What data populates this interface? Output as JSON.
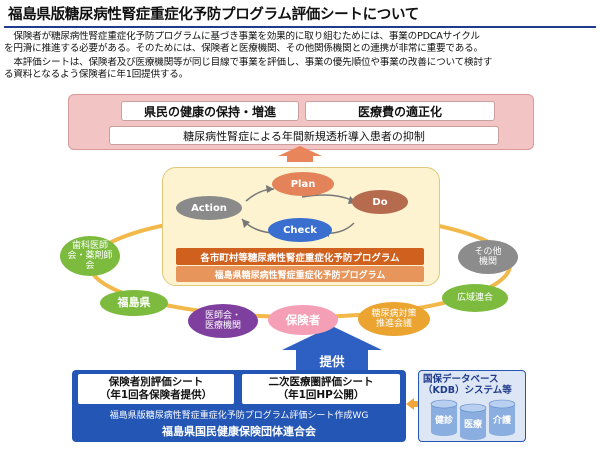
{
  "title": "福島県版糖尿病性腎症重症化予防プログラム評価シートについて",
  "intro": {
    "line1": "　保険者が糖尿病性腎症重症化予防プログラムに基づき事業を効果的に取り組むためには、事業のPDCAサイクル",
    "line2": "を円滑に推進する必要がある。そのためには、保険者と医療機関、その他関係機関との連携が非常に重要である。",
    "line3": "　本評価シートは、保険者及び医療機関等が同じ目線で事業を評価し、事業の優先順位や事業の改善について検討す",
    "line4": "る資料となるよう保険者に年1回提供する。"
  },
  "goals": {
    "goal1": "県民の健康の保持・増進",
    "goal2": "医療費の適正化",
    "sub": "糖尿病性腎症による年間新規透析導入患者の抑制"
  },
  "pdca": {
    "plan": "Plan",
    "do": "Do",
    "check": "Check",
    "action": "Action"
  },
  "programs": {
    "municipal": "各市町村等糖尿病性腎症重症化予防プログラム",
    "prefectural": "福島県糖尿病性腎症重症化予防プログラム"
  },
  "stakeholders": {
    "dental": "歯科医師\n会・薬剤師\n会",
    "other": "その他\n機関",
    "prefecture": "福島県",
    "medical": "医師会・\n医療機関",
    "insurer": "保険者",
    "promotion": "糖尿病対策\n推進会議",
    "regional": "広域連合"
  },
  "provide_label": "提供",
  "bottom": {
    "sheet1": "保険者別評価シート\n（年1回各保険者提供）",
    "sheet2": "二次医療圏評価シート\n（年1回HP公開）",
    "wg": "福島県版糖尿病性腎症重症化予防プログラム評価シート作成WG",
    "union": "福島県国民健康保険団体連合会"
  },
  "kdb": {
    "title": "国保データベース\n（KDB）システム等",
    "db1": "健診",
    "db2": "医療",
    "db3": "介護"
  },
  "colors": {
    "title_line": "#1f3b8c",
    "goal_bg": "#f2c4c4",
    "up_arrow": "#e8855a",
    "pdca_panel": "#fdf3d0",
    "plan": "#e4835a",
    "do": "#b66a4e",
    "check": "#3a6fd0",
    "action": "#8a8a8a",
    "municipal_bar": "#d0601e",
    "prefectural_bar": "#e8955c",
    "ring": "#f2b84a",
    "green": "#7dbb3f",
    "purple": "#7e3f9e",
    "pink": "#f59fb6",
    "orange": "#eba430",
    "gray": "#8c8c8c",
    "blue": "#2456b5"
  }
}
